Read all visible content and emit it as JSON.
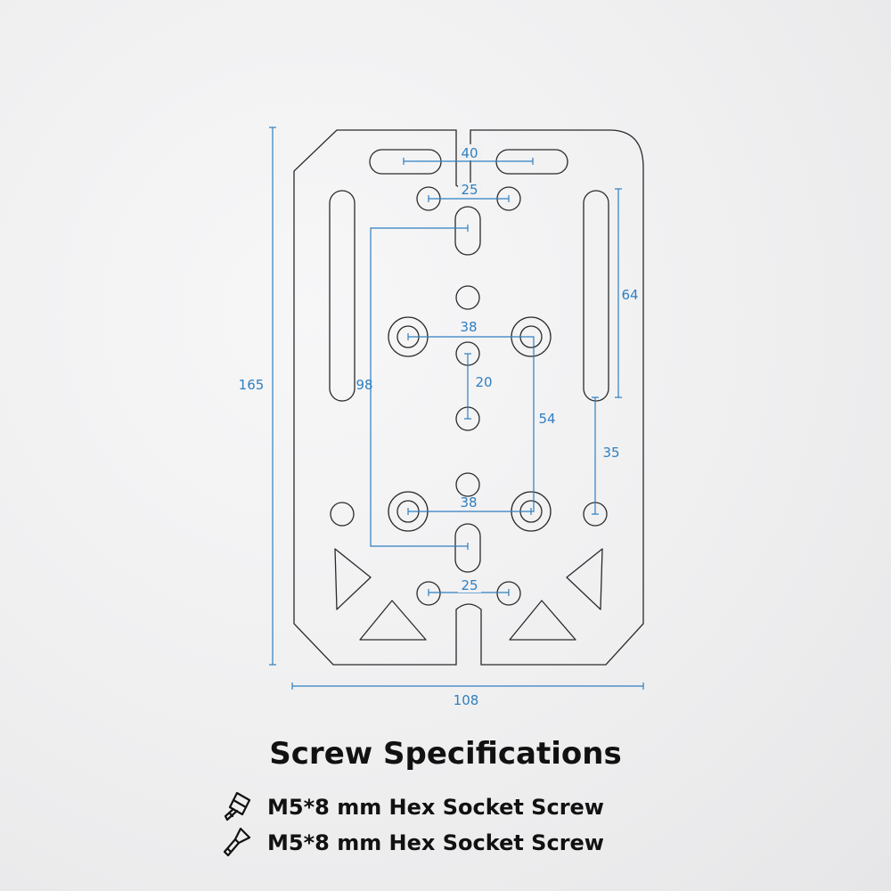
{
  "dimensions": {
    "total_height": "165",
    "total_width": "108",
    "top_slot_spacing": "40",
    "top_hole_spacing": "25",
    "bottom_hole_spacing": "25",
    "upper_mount_spacing": "38",
    "lower_mount_spacing": "38",
    "center_hole_spacing": "20",
    "mount_vertical_spacing": "54",
    "left_vertical_spacing": "98",
    "side_slot_length": "64",
    "side_hole_spacing": "35"
  },
  "specs": {
    "title": "Screw Specifications",
    "items": [
      {
        "label": "M5*8 mm Hex Socket Screw",
        "icon": "hex-socket-screw-icon"
      },
      {
        "label": "M5*8 mm Hex Socket Screw",
        "icon": "countersunk-screw-icon"
      }
    ]
  },
  "colors": {
    "outline": "#2a2a2a",
    "dimension": "#2f7fc0",
    "text": "#111111"
  }
}
